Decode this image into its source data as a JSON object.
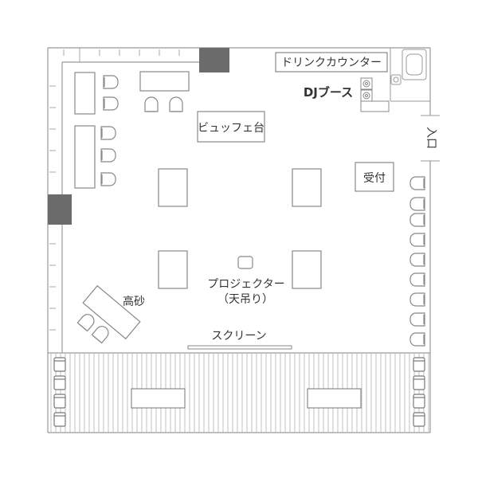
{
  "labels": {
    "drink_counter": "ドリンクカウンター",
    "dj_booth": "DJブース",
    "buffet": "ビュッフェ台",
    "reception": "受付",
    "entrance": "入口",
    "projector_line1": "プロジェクター",
    "projector_line2": "（天吊り）",
    "head_table": "高砂",
    "screen": "スクリーン"
  },
  "colors": {
    "wall": "#999999",
    "pillar": "#6b6b6b",
    "furniture_stroke": "#888888",
    "deck_line": "#aaaaaa"
  }
}
